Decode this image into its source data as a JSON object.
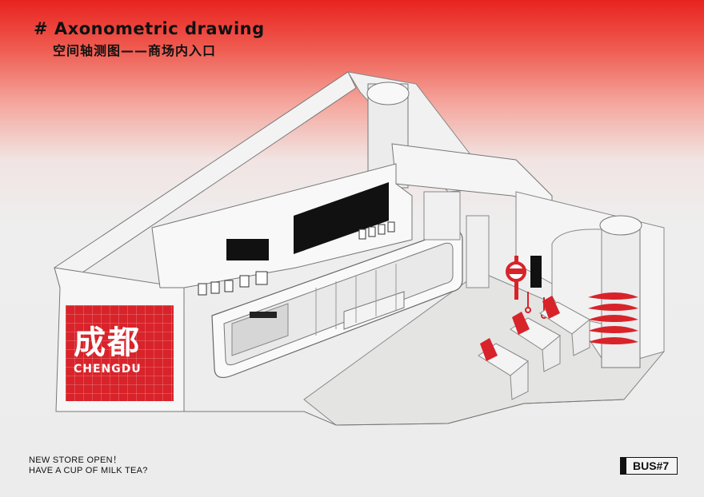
{
  "header": {
    "title_en": "# Axonometric drawing",
    "title_cn": "空间轴测图——商场内入口"
  },
  "sign": {
    "chinese": "成都",
    "english": "CHENGDU",
    "color": "#d8232a"
  },
  "footer": {
    "tagline_line1": "NEW STORE OPEN！",
    "tagline_line2": "HAVE A CUP OF MILK TEA?",
    "badge": "BUS#7"
  },
  "colors": {
    "accent": "#d8232a",
    "background_top": "#e8231f",
    "background": "#ececec",
    "line": "#666666"
  }
}
